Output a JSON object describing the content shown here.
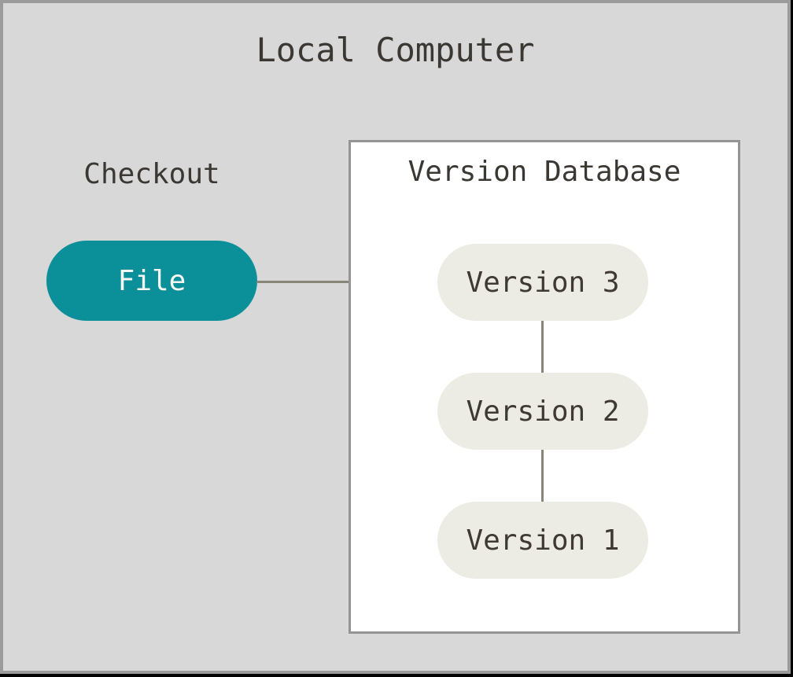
{
  "diagram": {
    "title": "Local Computer",
    "checkout": {
      "label": "Checkout",
      "file_label": "File"
    },
    "version_database": {
      "title": "Version Database",
      "versions": [
        "Version 3",
        "Version 2",
        "Version 1"
      ]
    },
    "colors": {
      "canvas_bg": "#d8d8d8",
      "frame_border": "#9b9b9b",
      "edge_black": "#000000",
      "accent_teal": "#0b9099",
      "version_node_bg": "#edece4",
      "box_bg": "#ffffff",
      "box_border": "#949494",
      "connector_line": "#8a857b",
      "text_dark": "#3b3733",
      "file_text": "#f7f6f2"
    }
  }
}
